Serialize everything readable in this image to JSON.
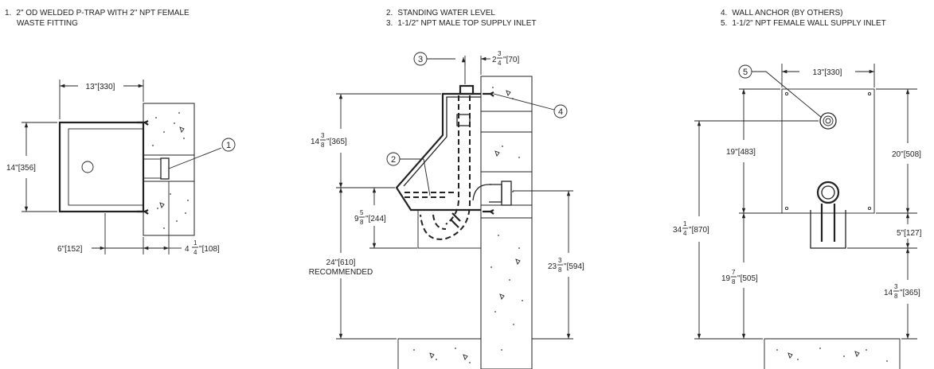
{
  "notes": [
    {
      "num": "1.",
      "lines": [
        "2\" OD WELDED P-TRAP WITH 2\" NPT FEMALE",
        "WASTE FITTING"
      ]
    },
    {
      "num": "2.",
      "lines": [
        "STANDING WATER LEVEL"
      ]
    },
    {
      "num": "3.",
      "lines": [
        "1-1/2\" NPT MALE TOP SUPPLY INLET"
      ]
    },
    {
      "num": "4.",
      "lines": [
        "WALL ANCHOR (BY OTHERS)"
      ]
    },
    {
      "num": "5.",
      "lines": [
        "1-1/2\" NPT FEMALE WALL SUPPLY INLET"
      ]
    }
  ],
  "callouts": [
    "1",
    "2",
    "3",
    "4",
    "5"
  ],
  "dims": {
    "top_width": {
      "whole": "13\"",
      "metric": "[330]"
    },
    "top_depth": {
      "whole": "14\"",
      "metric": "[356]"
    },
    "top_offset": {
      "whole": "6\"",
      "metric": "[152]"
    },
    "top_outlet": {
      "whole": "4",
      "num": "1",
      "den": "4",
      "unit": "\"",
      "metric": "[108]"
    },
    "side_wall_offset": {
      "whole": "2",
      "num": "3",
      "den": "4",
      "unit": "\"",
      "metric": "[70]"
    },
    "side_height": {
      "whole": "14",
      "num": "3",
      "den": "8",
      "unit": "\"",
      "metric": "[365]"
    },
    "side_trap": {
      "whole": "9",
      "num": "5",
      "den": "8",
      "unit": "\"",
      "metric": "[244]"
    },
    "side_floor": {
      "whole": "24\"",
      "metric": "[610]",
      "note": "RECOMMENDED"
    },
    "side_outlet": {
      "whole": "23",
      "num": "3",
      "den": "8",
      "unit": "\"",
      "metric": "[594]"
    },
    "front_width": {
      "whole": "13\"",
      "metric": "[330]"
    },
    "front_upper": {
      "whole": "19\"",
      "metric": "[483]"
    },
    "front_total": {
      "whole": "34",
      "num": "1",
      "den": "4",
      "unit": "\"",
      "metric": "[870]"
    },
    "front_lower": {
      "whole": "19",
      "num": "7",
      "den": "8",
      "unit": "\"",
      "metric": "[505]"
    },
    "front_plate": {
      "whole": "20\"",
      "metric": "[508]"
    },
    "front_trap": {
      "whole": "5\"",
      "metric": "[127]"
    },
    "front_bottom": {
      "whole": "14",
      "num": "3",
      "den": "8",
      "unit": "\"",
      "metric": "[365]"
    }
  }
}
